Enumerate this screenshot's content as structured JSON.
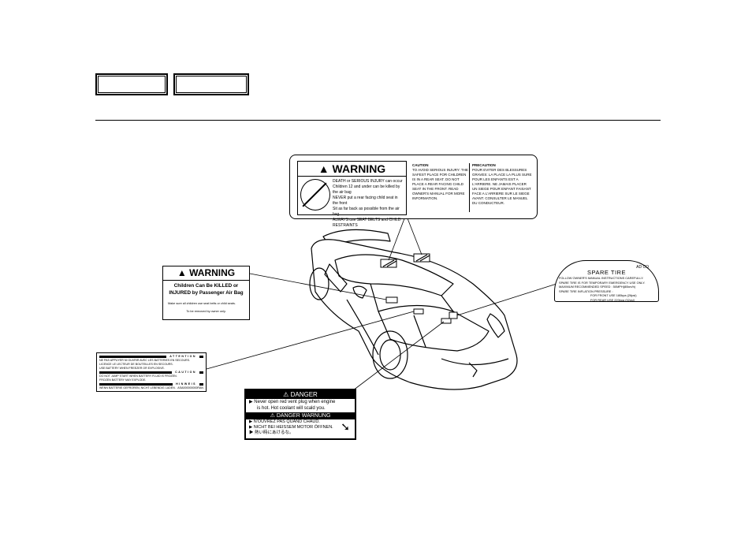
{
  "nav": {
    "tab1_label": "",
    "tab2_label": ""
  },
  "top_warning": {
    "heading": "WARNING",
    "main_line": "DEATH or SERIOUS INJURY can occur",
    "bullets": [
      "Children 12 and under can be killed by the air bag",
      "NEVER put a rear facing child seat in the front",
      "Sit as far back as possible from the air bag",
      "ALWAYS use SEAT BELTS and CHILD RESTRAINTS"
    ],
    "caution_title": "CAUTION",
    "caution_text": "TO AVOID SERIOUS INJURY: THE SAFEST PLACE FOR CHILDREN IS IN A REAR SEAT. DO NOT PLACE A REAR FACING CHILD SEAT IN THE FRONT. READ OWNER'S MANUAL FOR MORE INFORMATION.",
    "precaution_title": "PRECAUTION",
    "precaution_text": "POUR EVITER DES BLESSURES GRAVES: LA PLACE LA PLUS SURE POUR LES ENFANTS EST A L'ARRIERE. NE JAMAIS PLACER UN SIEGE POUR ENFANT FAISANT FACE A L'ARRIERE SUR LE SIEGE AVANT. CONSULTER LE MANUEL DU CONDUCTEUR."
  },
  "child_warning": {
    "heading": "WARNING",
    "line1": "Children Can Be KILLED or",
    "line2": "INJURED by Passenger Air Bag",
    "note": "Make sure all children use seat belts or child seats.",
    "removal": "To be removed by owner only."
  },
  "spare_tire": {
    "code": "AD CO",
    "title": "SPARE TIRE",
    "bullets": [
      "FOLLOW OWNER'S MANUAL INSTRUCTIONS CAREFULLY.",
      "SPARE TIRE IS FOR TEMPORARY EMERGENCY USE ONLY.",
      "MAXIMUM RECOMMENDED SPEED : 50MPH(80km/h)",
      "SPARE TIRE INFLATION PRESSURE :"
    ],
    "front": "FOR FRONT  USE 180kpa (26psi)",
    "rear": "FOR REAR    USE 220kpa (32psi)"
  },
  "battery": {
    "attention": "ATTENTION",
    "lines": [
      "NE PAS APPUYER NI OUVRIR AVEC LES BATTERIES EN SECOURS.",
      "LICENCE LE LECTEUR DE BOUTEILLES EN SECOURS.",
      "USE BATTERY WHEN FREEZER OR EXPLOSIVE."
    ],
    "caution": "CAUTION",
    "caution_line": "DO NOT JUMP START WHEN BATTERY FLUID IS FROZEN.",
    "caution_line2": "FROZEN BATTERY MAY EXPLODE.",
    "hinweis": "HINWEIS",
    "hinweis_line": "WENN BATTERIE GEFROREN, NICHT LEBENDIG LADEN.",
    "code": "ASA000000000RAN"
  },
  "danger": {
    "heading": "DANGER",
    "line1": "Never open red vent plug when engine",
    "line2": "is hot. Hot coolant will scald you.",
    "heading2": "DANGER WARNUNG",
    "fr": "N'OUVREZ PAS QUAND CHAUD.",
    "de": "NICHT BEI HEISSEM MOTOR ÖFFNEN.",
    "jp": "熱い時にあけるな。"
  }
}
